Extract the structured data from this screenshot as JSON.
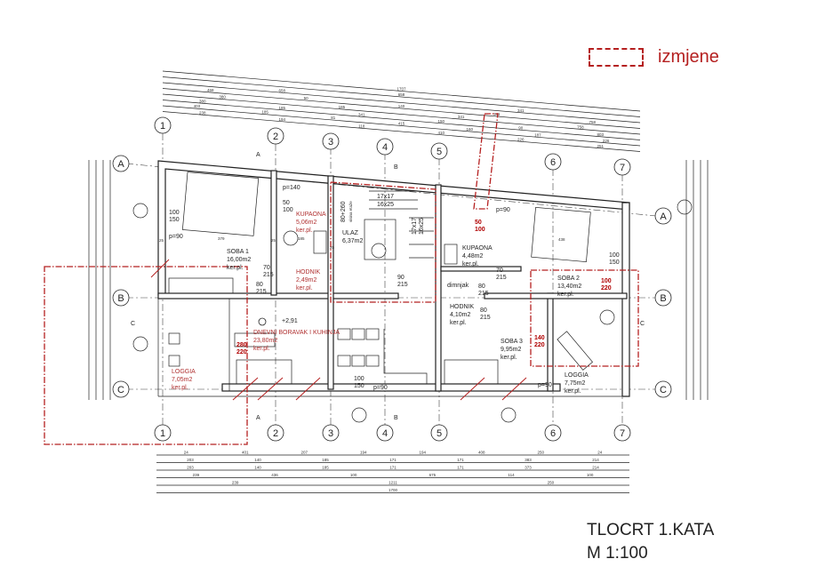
{
  "legend": {
    "label": "izmjene",
    "color": "#b52020"
  },
  "title": {
    "line1": "TLOCRT 1.KATA",
    "line2": "M 1:100"
  },
  "axes_vertical": [
    "1",
    "2",
    "3",
    "4",
    "5",
    "6",
    "7"
  ],
  "axes_horizontal": [
    "A",
    "B",
    "C"
  ],
  "sections": [
    "A",
    "A",
    "B",
    "B",
    "C",
    "C"
  ],
  "rooms": [
    {
      "name": "SOBA 1",
      "area": "16,00m2",
      "floor": "ker.pl.",
      "changed": false
    },
    {
      "name": "KUPAONA",
      "area": "5,06m2",
      "floor": "ker.pl.",
      "changed": true
    },
    {
      "name": "HODNIK",
      "area": "2,49m2",
      "floor": "ker.pl.",
      "changed": true
    },
    {
      "name": "ULAZ",
      "area": "6,37m2",
      "floor": "",
      "changed": false
    },
    {
      "name": "KUPAONA",
      "area": "4,48m2",
      "floor": "ker.pl.",
      "changed": false
    },
    {
      "name": "SOBA 2",
      "area": "13,40m2",
      "floor": "ker.pl.",
      "changed": false
    },
    {
      "name": "HODNIK",
      "area": "4,10m2",
      "floor": "ker.pl.",
      "changed": false
    },
    {
      "name": "SOBA 3",
      "area": "9,95m2",
      "floor": "ker.pl.",
      "changed": false
    },
    {
      "name": "LOGGIA",
      "area": "7,05m2",
      "floor": "ker.pl.",
      "changed": true
    },
    {
      "name": "LOGGIA",
      "area": "7,75m2",
      "floor": "ker.pl.",
      "changed": false
    },
    {
      "name": "DNEVNI BORAVAK I KUHINJA",
      "area": "23,80m2",
      "floor": "ker.pl.",
      "changed": true
    }
  ],
  "labels": {
    "chimney": "dimnjak",
    "elevation": "+2,91",
    "stair_height": "80+260",
    "stair_note": "visina etaže",
    "stair1": [
      "17x17",
      "16x25"
    ],
    "stair2": [
      "17x17",
      "16x25"
    ],
    "openings": [
      [
        "100",
        "150"
      ],
      [
        "p=90",
        ""
      ],
      [
        "p=140",
        ""
      ],
      [
        "50",
        "100"
      ],
      [
        "80",
        "215"
      ],
      [
        "70",
        "215"
      ],
      [
        "90",
        "215"
      ],
      [
        "80",
        "215"
      ],
      [
        "80",
        "215"
      ],
      [
        "70",
        "215"
      ],
      [
        "100",
        "150"
      ],
      [
        "p=90",
        ""
      ],
      [
        "100",
        "150"
      ],
      [
        "p=90",
        ""
      ],
      [
        "p=90",
        ""
      ]
    ],
    "openings_changed": [
      [
        "280",
        "220"
      ],
      [
        "140",
        "220"
      ],
      [
        "100",
        "220"
      ],
      [
        "50",
        "100"
      ]
    ],
    "inner_dims": [
      "379",
      "185",
      "438",
      "25",
      "25",
      "25"
    ]
  },
  "dims_top": [
    [
      "1707"
    ],
    [
      "658"
    ],
    [
      "658",
      "341"
    ],
    [
      "468",
      "50",
      "140",
      "341",
      "758"
    ],
    [
      "380",
      "185",
      "341",
      "758"
    ],
    [
      "380",
      "185",
      "341",
      "150",
      "90",
      "803"
    ],
    [
      "403",
      "185",
      "81",
      "415",
      "160",
      "187",
      "226"
    ],
    [
      "238",
      "194",
      "118",
      "410",
      "226",
      "251"
    ]
  ],
  "dims_bottom": [
    [
      "24",
      "401",
      "207",
      "194",
      "194",
      "408",
      "250",
      "24"
    ],
    [
      "203",
      "140",
      "185",
      "171",
      "171",
      "383",
      "214"
    ],
    [
      "203",
      "140",
      "185",
      "171",
      "171",
      "373",
      "214"
    ],
    [
      "239",
      "436",
      "100",
      "675",
      "114",
      "100"
    ],
    [
      "239",
      "1211",
      "250"
    ],
    [
      "1700"
    ]
  ]
}
